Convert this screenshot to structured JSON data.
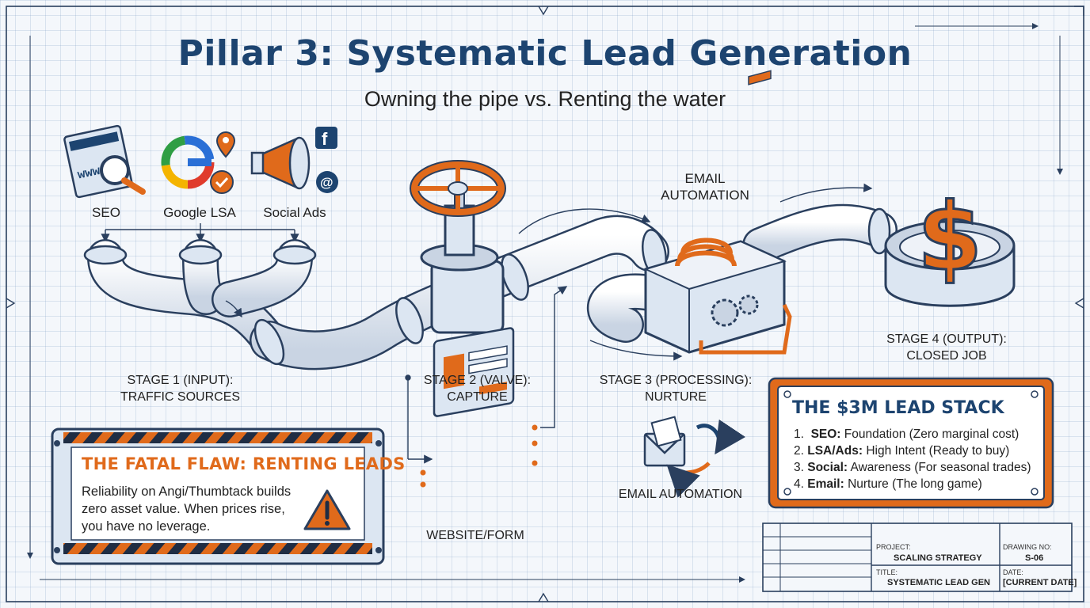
{
  "title": "Pillar 3: Systematic Lead Generation",
  "subtitle": "Owning the pipe vs. Renting the water",
  "sources": [
    {
      "label": "SEO",
      "icon": "seo-browser-magnifier-icon"
    },
    {
      "label": "Google LSA",
      "icon": "google-pin-check-icon"
    },
    {
      "label": "Social Ads",
      "icon": "megaphone-social-icon"
    }
  ],
  "stages": {
    "stage1": {
      "line1": "STAGE 1 (INPUT):",
      "line2": "TRAFFIC SOURCES"
    },
    "stage2": {
      "line1": "STAGE 2 (VALVE):",
      "line2": "CAPTURE"
    },
    "stage3": {
      "line1": "STAGE 3 (PROCESSING):",
      "line2": "NURTURE"
    },
    "stage4": {
      "line1": "STAGE 4 (OUTPUT):",
      "line2": "CLOSED JOB"
    }
  },
  "labels": {
    "email_top_line1": "EMAIL",
    "email_top_line2": "AUTOMATION",
    "website_form": "WEBSITE/FORM",
    "email_automation": "EMAIL AUTOMATION"
  },
  "fatal_flaw": {
    "title": "THE FATAL FLAW: RENTING LEADS",
    "line1": "Reliability on Angi/Thumbtack builds",
    "line2": "zero asset value. When prices rise,",
    "line3": "you have no leverage."
  },
  "lead_stack": {
    "title": "THE $3M LEAD STACK",
    "items": [
      {
        "num": "1.",
        "term": "SEO:",
        "desc": "Foundation (Zero marginal cost)"
      },
      {
        "num": "2.",
        "term": "LSA/Ads:",
        "desc": "High Intent (Ready to buy)"
      },
      {
        "num": "3.",
        "term": "Social:",
        "desc": "Awareness (For seasonal trades)"
      },
      {
        "num": "4.",
        "term": "Email:",
        "desc": "Nurture (The long game)"
      }
    ]
  },
  "title_block": {
    "project_label": "PROJECT:",
    "project_value": "SCALING STRATEGY",
    "drawing_label": "DRAWING NO:",
    "drawing_value": "S-06",
    "title_label": "TITLE:",
    "title_value": "SYSTEMATIC LEAD GEN",
    "date_label": "DATE:",
    "date_value": "[CURRENT DATE]"
  },
  "colors": {
    "navy": "#1d4470",
    "orange": "#e06a1b",
    "pipe_fill": "#e6ecf4",
    "pipe_stroke": "#2a3f5e",
    "grid_bg": "#f4f7fb"
  }
}
